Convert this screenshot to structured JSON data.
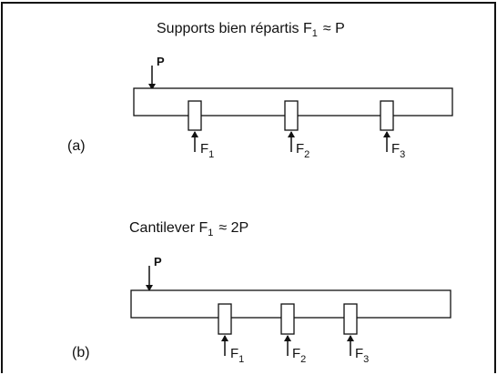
{
  "panel_a": {
    "title": "Supports bien répartis F",
    "title_sub": "1",
    "title_tail": "≈ P",
    "load_label": "P",
    "panel_label": "(a)",
    "forces": [
      {
        "label": "F",
        "sub": "1"
      },
      {
        "label": "F",
        "sub": "2"
      },
      {
        "label": "F",
        "sub": "3"
      }
    ]
  },
  "panel_b": {
    "title": "Cantilever F",
    "title_sub": "1",
    "title_tail": "≈ 2P",
    "load_label": "P",
    "panel_label": "(b)",
    "forces": [
      {
        "label": "F",
        "sub": "1"
      },
      {
        "label": "F",
        "sub": "2"
      },
      {
        "label": "F",
        "sub": "3"
      }
    ]
  },
  "colors": {
    "ink": "#111111",
    "background": "#ffffff"
  }
}
